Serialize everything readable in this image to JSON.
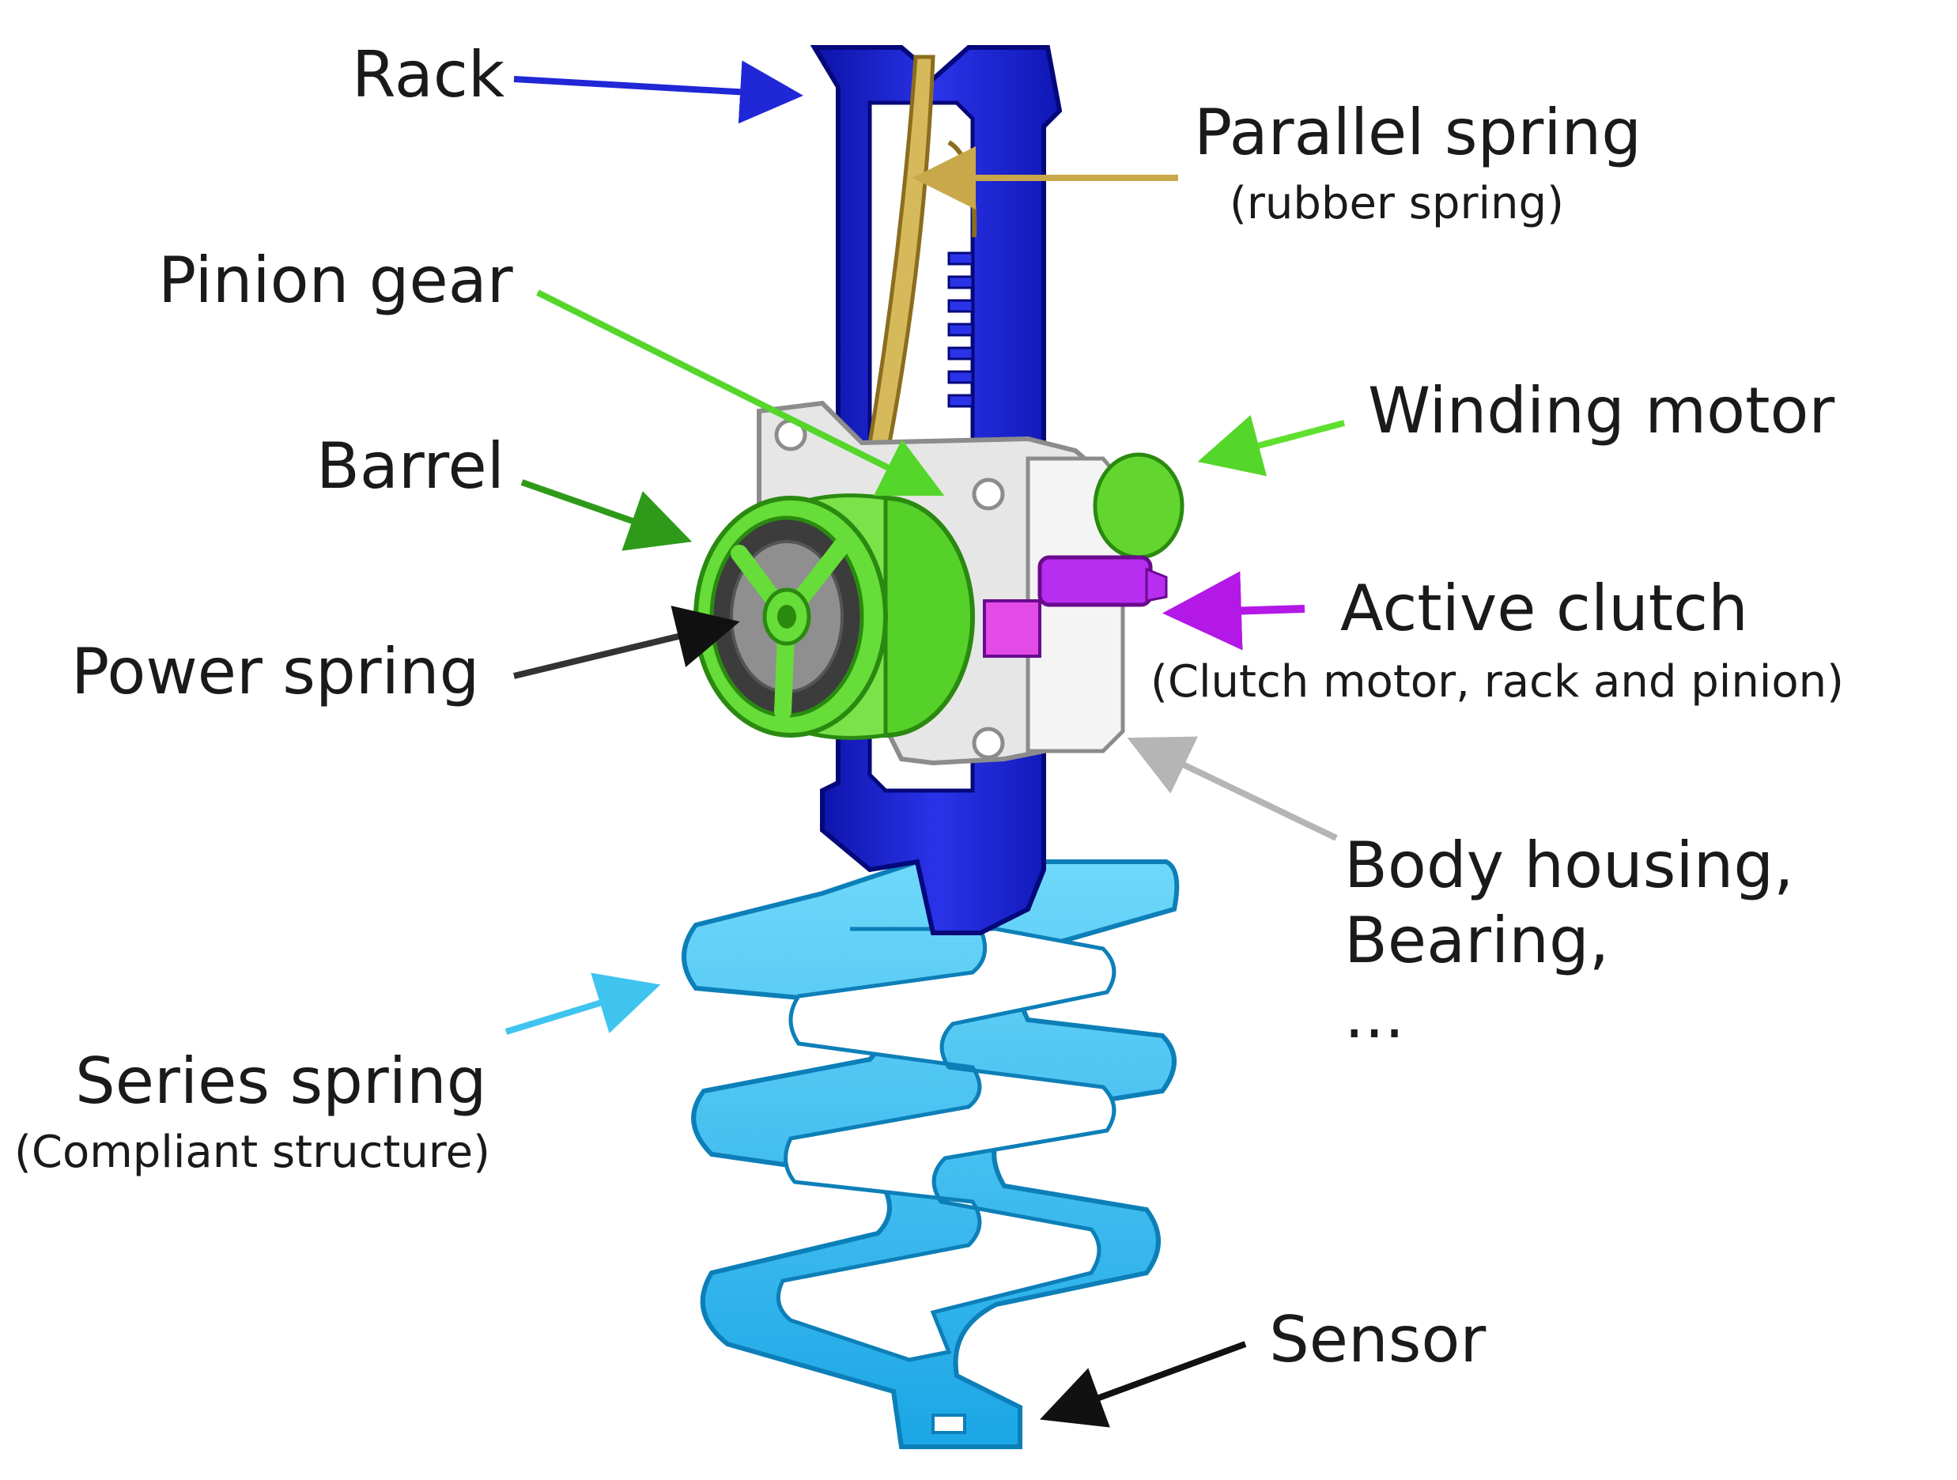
{
  "labels": {
    "rack": "Rack",
    "parallel_spring": "Parallel spring",
    "parallel_spring_sub": "(rubber spring)",
    "pinion_gear": "Pinion gear",
    "winding_motor": "Winding motor",
    "barrel": "Barrel",
    "active_clutch": "Active clutch",
    "active_clutch_sub": "(Clutch motor, rack and pinion)",
    "power_spring": "Power spring",
    "body_housing_line1": "Body housing,",
    "body_housing_line2": "Bearing,",
    "body_housing_line3": "...",
    "series_spring": "Series spring",
    "series_spring_sub": "(Compliant structure)",
    "sensor": "Sensor"
  },
  "colors": {
    "rack": "#1f27d6",
    "parallel_spring": "#c9a84a",
    "pinion_gear": "#55d62a",
    "winding_motor": "#5fe02e",
    "barrel": "#2f9a1a",
    "active_clutch": "#b318e6",
    "power_spring": "#333333",
    "body_housing": "#b5b5b5",
    "series_spring": "#3fc4f0",
    "sensor": "#111111"
  }
}
